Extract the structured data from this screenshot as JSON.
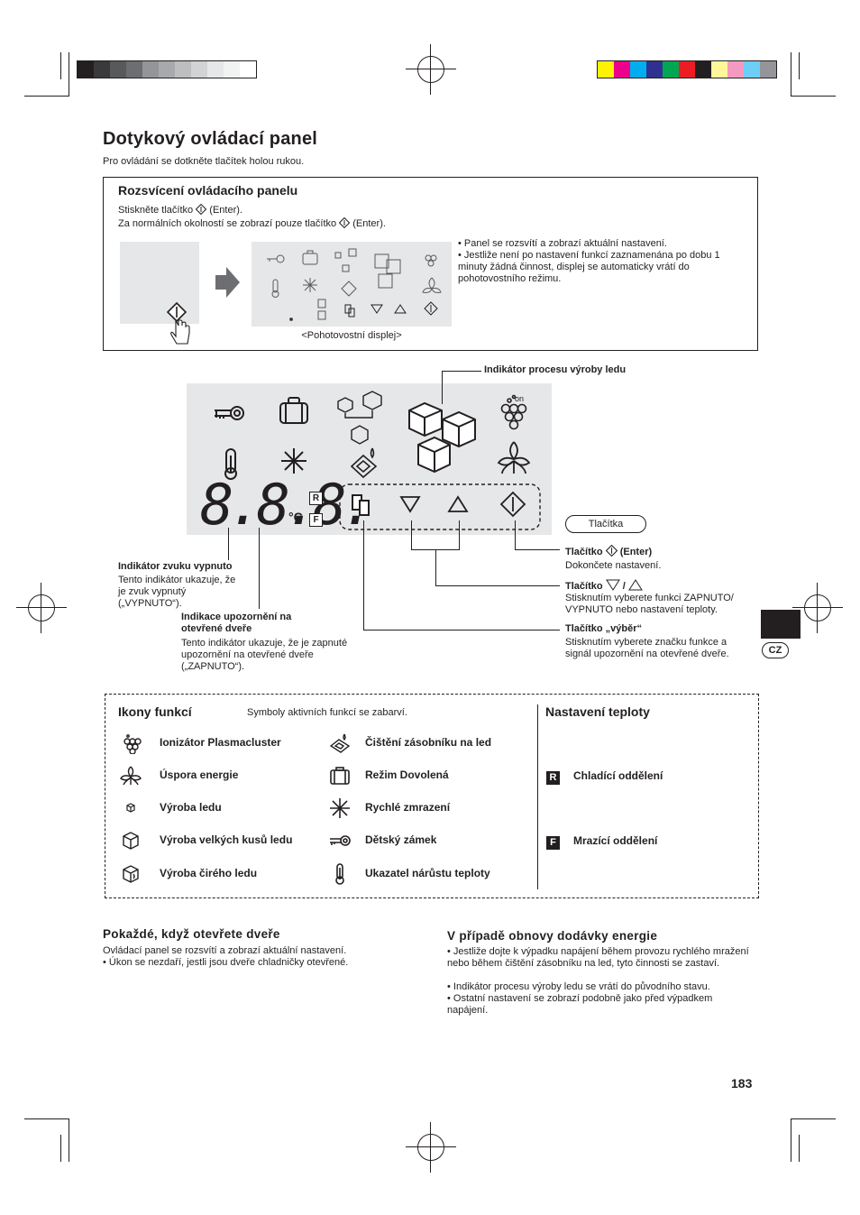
{
  "title": "Dotykový ovládací panel",
  "subtitle": "Pro ovládání se dotkněte tlačítek holou rukou.",
  "illumination": {
    "heading": "Rozsvícení ovládacího panelu",
    "line1_prefix": "Stiskněte tlačítko",
    "line1_suffix": "(Enter).",
    "line2_prefix": "Za normálních okolností se zobrazí pouze tlačítko",
    "line2_suffix": "(Enter).",
    "bullet1": "• Panel se rozsvítí a zobrazí aktuální nastavení.",
    "bullet2": "• Jestliže není po nastavení funkcí zaznamenána po dobu 1 minuty žádná činnost, displej se automaticky vrátí do pohotovostního režimu.",
    "standby_caption": "<Pohotovostní displej>"
  },
  "diagram": {
    "ice_indicator": "Indikátor procesu výroby ledu",
    "digits": "8.8.8.",
    "celsius": "°C",
    "r_label": "R",
    "f_label": "F",
    "buttons_label": "Tlačítka",
    "enter_title": "Tlačítko",
    "enter_title_suffix": "(Enter)",
    "enter_desc": "Dokončete nastavení.",
    "updown_title": "Tlačítko",
    "updown_slash": "/",
    "updown_desc": "Stisknutím vyberete funkci ZAPNUTO/ VYPNUTO nebo nastavení teploty.",
    "select_title": "Tlačítko „výběr“",
    "select_desc": "Stisknutím vyberete značku funkce a signál upozornění na otevřené dveře.",
    "mute_title": "Indikátor zvuku vypnuto",
    "mute_desc": "Tento indikátor ukazuje, že je zvuk vypnutý („VYPNUTO“).",
    "door_title": "Indikace upozornění na otevřené dveře",
    "door_desc": "Tento indikátor ukazuje, že je zapnuté upozornění na otevřené dveře („ZAPNUTO“).",
    "on_label": "on"
  },
  "functions": {
    "heading": "Ikony funkcí",
    "note": "Symboly aktivních funkcí se zabarví.",
    "left": [
      {
        "icon": "plasmacluster-icon",
        "label": "Ionizátor Plasmacluster"
      },
      {
        "icon": "leaf-icon",
        "label": "Úspora energie"
      },
      {
        "icon": "small-cube-icon",
        "label": "Výroba ledu"
      },
      {
        "icon": "large-cube-icon",
        "label": "Výroba velkých kusů ledu"
      },
      {
        "icon": "clear-cube-icon",
        "label": "Výroba čirého ledu"
      }
    ],
    "right": [
      {
        "icon": "tray-clean-icon",
        "label": "Čištění zásobníku na led"
      },
      {
        "icon": "suitcase-icon",
        "label": "Režim Dovolená"
      },
      {
        "icon": "snowflake-icon",
        "label": "Rychlé zmrazení"
      },
      {
        "icon": "key-icon",
        "label": "Dětský zámek"
      },
      {
        "icon": "thermometer-icon",
        "label": "Ukazatel nárůstu teploty"
      }
    ]
  },
  "temperature": {
    "heading": "Nastavení teploty",
    "r_badge": "R",
    "r_label": "Chladící oddělení",
    "f_badge": "F",
    "f_label": "Mrazící oddělení"
  },
  "door_open": {
    "heading": "Pokaždé, když otevřete dveře",
    "line1": "Ovládací panel se rozsvítí a zobrazí aktuální nastavení.",
    "line2": "• Úkon se nezdaří, jestli jsou dveře chladničky otevřené."
  },
  "power_restore": {
    "heading": "V případě obnovy dodávky energie",
    "b1": "• Jestliže dojte k výpadku napájení během provozu rychlého mražení nebo během čištění zásobníku na led, tyto činnosti se zastaví.",
    "b2": "• Indikátor procesu výroby ledu se vrátí do původního stavu.",
    "b3": "• Ostatní nastavení se zobrazí podobně jako před výpadkem napájení."
  },
  "language_tab": "CZ",
  "page_number": "183",
  "colors": {
    "grey_swatches": [
      "#231f20",
      "#3a3a3c",
      "#58595b",
      "#6d6e71",
      "#939598",
      "#a7a9ac",
      "#bcbec0",
      "#d1d3d4",
      "#e6e7e8",
      "#f1f2f2",
      "#ffffff"
    ],
    "color_swatches": [
      "#fff200",
      "#ec008c",
      "#00aeef",
      "#2e3192",
      "#00a651",
      "#ed1c24",
      "#231f20",
      "#fff799",
      "#f49ac1",
      "#6dcff6",
      "#939598"
    ],
    "panel_grey": "#e6e7e8"
  }
}
